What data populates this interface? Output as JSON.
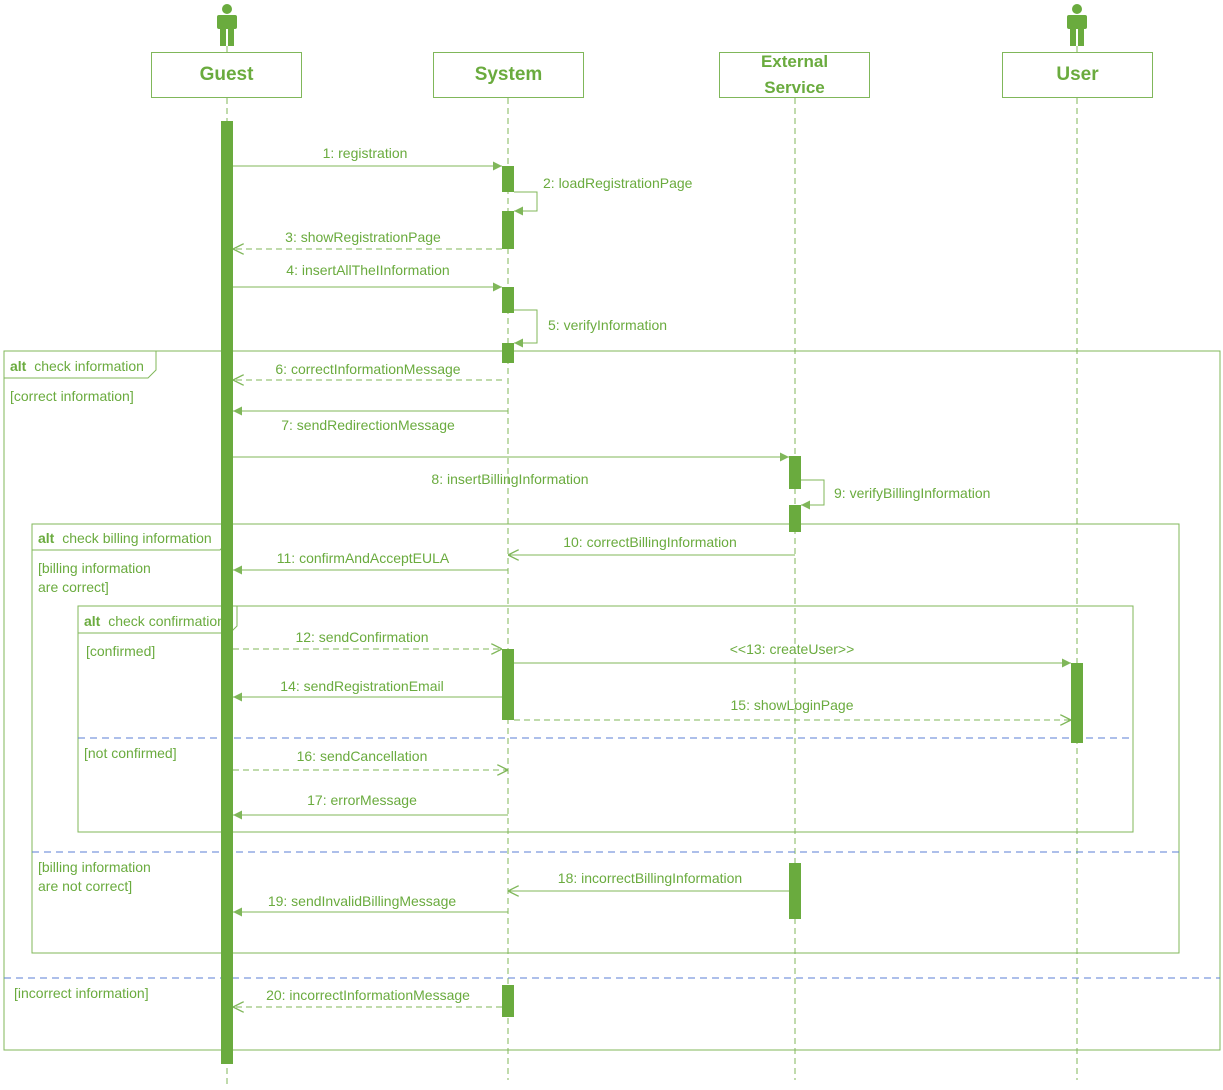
{
  "colors": {
    "accent": "#6aab3e",
    "line": "#80b75a",
    "text": "#6aab3e",
    "divider": "#5b7fd6"
  },
  "participants": [
    {
      "id": "guest",
      "label": "Guest",
      "actor": true
    },
    {
      "id": "system",
      "label": "System",
      "actor": false
    },
    {
      "id": "external",
      "label": "External Service",
      "label_lines": [
        "External",
        "Service"
      ],
      "actor": false
    },
    {
      "id": "user",
      "label": "User",
      "actor": true
    }
  ],
  "messages": [
    {
      "n": 1,
      "label": "1: registration",
      "from": "guest",
      "to": "system",
      "kind": "sync"
    },
    {
      "n": 2,
      "label": "2: loadRegistrationPage",
      "from": "system",
      "to": "system",
      "kind": "self"
    },
    {
      "n": 3,
      "label": "3: showRegistrationPage",
      "from": "system",
      "to": "guest",
      "kind": "return"
    },
    {
      "n": 4,
      "label": "4: insertAllTheIInformation",
      "from": "guest",
      "to": "system",
      "kind": "sync"
    },
    {
      "n": 5,
      "label": "5: verifyInformation",
      "from": "system",
      "to": "system",
      "kind": "self"
    },
    {
      "n": 6,
      "label": "6: correctInformationMessage",
      "from": "system",
      "to": "guest",
      "kind": "return"
    },
    {
      "n": 7,
      "label": "7: sendRedirectionMessage",
      "from": "system",
      "to": "guest",
      "kind": "async"
    },
    {
      "n": 8,
      "label": "8: insertBillingInformation",
      "from": "guest",
      "to": "external",
      "kind": "sync"
    },
    {
      "n": 9,
      "label": "9: verifyBillingInformation",
      "from": "external",
      "to": "external",
      "kind": "self"
    },
    {
      "n": 10,
      "label": "10: correctBillingInformation",
      "from": "external",
      "to": "system",
      "kind": "async"
    },
    {
      "n": 11,
      "label": "11: confirmAndAcceptEULA",
      "from": "system",
      "to": "guest",
      "kind": "async"
    },
    {
      "n": 12,
      "label": "12: sendConfirmation",
      "from": "guest",
      "to": "system",
      "kind": "return"
    },
    {
      "n": 13,
      "label": "<<13: createUser>>",
      "from": "system",
      "to": "user",
      "kind": "sync"
    },
    {
      "n": 14,
      "label": "14: sendRegistrationEmail",
      "from": "system",
      "to": "guest",
      "kind": "async"
    },
    {
      "n": 15,
      "label": "15: showLoginPage",
      "from": "system",
      "to": "user",
      "kind": "return"
    },
    {
      "n": 16,
      "label": "16: sendCancellation",
      "from": "guest",
      "to": "system",
      "kind": "return"
    },
    {
      "n": 17,
      "label": "17: errorMessage",
      "from": "system",
      "to": "guest",
      "kind": "async"
    },
    {
      "n": 18,
      "label": "18: incorrectBillingInformation",
      "from": "external",
      "to": "system",
      "kind": "async"
    },
    {
      "n": 19,
      "label": "19: sendInvalidBillingMessage",
      "from": "system",
      "to": "guest",
      "kind": "async"
    },
    {
      "n": 20,
      "label": "20: incorrectInformationMessage",
      "from": "system",
      "to": "guest",
      "kind": "return"
    }
  ],
  "fragments": [
    {
      "id": "alt-check-information",
      "operator": "alt",
      "condition": "check information",
      "guards": [
        "[correct information]",
        "[incorrect information]"
      ]
    },
    {
      "id": "alt-check-billing",
      "operator": "alt",
      "condition": "check billing information",
      "guards": [
        [
          "[billing information",
          "are correct]"
        ],
        [
          "[billing information",
          "are not correct]"
        ]
      ]
    },
    {
      "id": "alt-check-confirmation",
      "operator": "alt",
      "condition": "check confirmation",
      "guards": [
        "[confirmed]",
        "[not confirmed]"
      ]
    }
  ]
}
